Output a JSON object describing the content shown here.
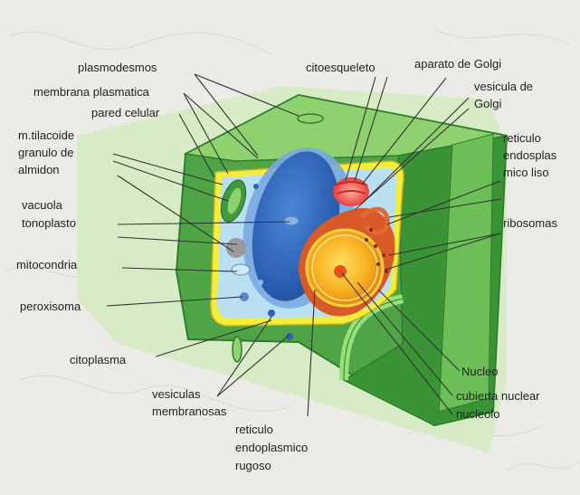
{
  "colors": {
    "background": "#eceae6",
    "pale_green": "#cfe9b8",
    "wall_dark": "#3f9a3c",
    "wall_mid": "#5cb84c",
    "wall_light": "#8fd06f",
    "membrane": "#f4ee3a",
    "cytoplasm": "#b8def0",
    "vacuole": "#2f63b8",
    "nucleus": "#f39a18",
    "nucleolus": "#e85020",
    "er": "#d85a28",
    "golgi": "#f06060",
    "label_line": "#333333"
  },
  "labels": {
    "plasmodesmos": "plasmodesmos",
    "membrana_plasmatica": "membrana plasmatica",
    "pared_celular": "pared celular",
    "m_tilacoide": "m.tilacoide",
    "granulo_de": "granulo de",
    "almidon": "almidon",
    "vacuola": "vacuola",
    "tonoplasto": "tonoplasto",
    "mitocondria": "mitocondria",
    "peroxisoma": "peroxisoma",
    "citoplasma": "citoplasma",
    "vesiculas": "vesiculas",
    "membranosas": "membranosas",
    "reticulo_rugoso_1": "reticulo",
    "reticulo_rugoso_2": "endoplasmico",
    "reticulo_rugoso_3": "rugoso",
    "citoesqueleto": "citoesqueleto",
    "aparato_de_golgi": "aparato de Golgi",
    "vesicula_de": "vesicula de",
    "golgi": "Golgi",
    "reticulo_liso_1": "reticulo",
    "reticulo_liso_2": "endosplas",
    "reticulo_liso_3": "mico liso",
    "ribosomas": "ribosomas",
    "nucleo": "Nucleo",
    "cubierta_nuclear": "cubierta nuclear",
    "nucleolo": "nucleolo"
  }
}
